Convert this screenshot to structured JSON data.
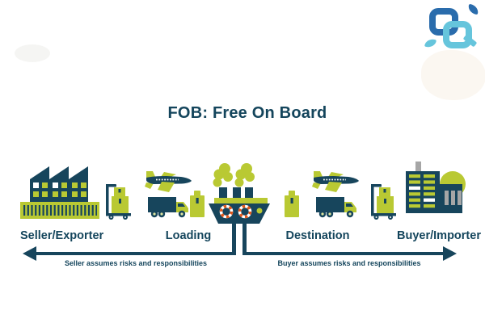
{
  "title": "FOB: Free On Board",
  "stages": [
    {
      "label": "Seller/Exporter"
    },
    {
      "label": "Loading"
    },
    {
      "label": "Destination"
    },
    {
      "label": "Buyer/Importer"
    }
  ],
  "responsibility": {
    "seller_caption": "Seller assumes risks and responsibilities",
    "buyer_caption": "Buyer assumes risks and responsibilities"
  },
  "icons": [
    "factory",
    "hand-truck",
    "airplane",
    "delivery-truck",
    "package",
    "cargo-ship",
    "office-building",
    "brand-logo"
  ],
  "colors": {
    "navy": "#17455C",
    "lime_green": "#B9C933",
    "accent_orange": "#E2571B",
    "gray": "#A6A6A6",
    "text_navy": "#14455C",
    "logo_dark_blue": "#2A6CAC",
    "logo_light_blue": "#66C5DC"
  }
}
